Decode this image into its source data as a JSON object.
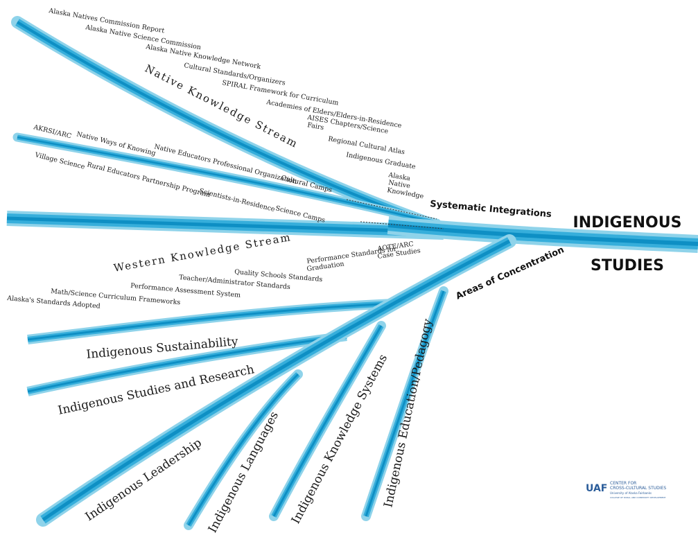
{
  "title": {
    "line1": "INDIGENOUS",
    "line2": "STUDIES"
  },
  "headings": {
    "systematic": "Systematic Integrations",
    "areas": "Areas of Concentration"
  },
  "native_stream": {
    "label": "Native Knowledge Stream",
    "items": [
      "Alaska Natives Commission Report",
      "Alaska Native Science Commission",
      "Alaska Native Knowledge Network",
      "Cultural Standards/Organizers",
      "SPIRAL Framework for Curriculum",
      "Academies of Elders/Elders-in-Residence",
      "AISES Chapters/Science",
      "Fairs",
      "Regional Cultural Atlas",
      "Indigenous Graduate",
      "Alaska",
      "Native",
      "Knowledge"
    ]
  },
  "middle_stream": {
    "items": [
      "AKRSI/ARC",
      "Native Ways of Knowing",
      "Native Educators Professional Organization",
      "Cultural Camps",
      "Village Science",
      "Rural Educators Partnership Program",
      "Scientists-in-Residence",
      "Science Camps"
    ]
  },
  "western_stream": {
    "label": "Western Knowledge Stream",
    "items": [
      "AOTE/ARC",
      "Case Studies",
      "Performance Standards for",
      "Graduation",
      "Quality Schools Standards",
      "Teacher/Administrator Standards",
      "Performance Assessment System",
      "Math/Science Curriculum Frameworks",
      "Alaska's Standards Adopted"
    ]
  },
  "areas": [
    "Indigenous Sustainability",
    "Indigenous Studies and Research",
    "Indigenous Leadership",
    "Indigenous Languages",
    "Indigenous Knowledge Systems",
    "Indigenous Education/Pedagogy"
  ],
  "logo": {
    "mark": "UAF",
    "line1": "CENTER FOR",
    "line2": "CROSS-CULTURAL STUDIES",
    "line3": "University of Alaska Fairbanks",
    "line4": "COLLEGE OF RURAL AND COMMUNITY DEVELOPMENT"
  },
  "colors": {
    "stream_light": "#8fd3ea",
    "stream_mid": "#36aedb",
    "stream_dark": "#0e8fc4",
    "text": "#1a1a1a",
    "logo": "#2b5d9a"
  }
}
